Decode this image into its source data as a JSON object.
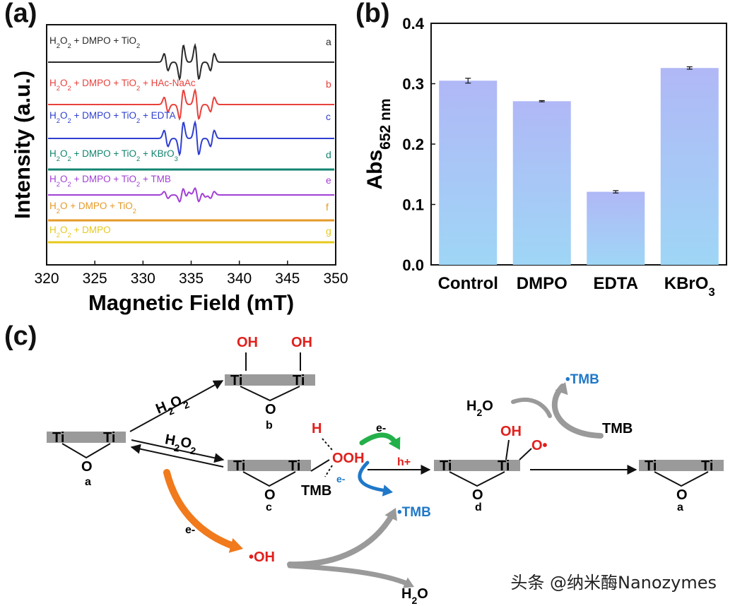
{
  "panel_labels": {
    "a": "(a)",
    "b": "(b)",
    "c": "(c)"
  },
  "watermark": "头条 @纳米酶Nanozymes",
  "chart_data": [
    {
      "type": "line",
      "panel": "(a)",
      "xlabel": "Magnetic Field (mT)",
      "ylabel": "Intensity (a.u.)",
      "xlim": [
        320,
        350
      ],
      "xticks": [
        320,
        325,
        330,
        335,
        340,
        345,
        350
      ],
      "grid": false,
      "series": [
        {
          "name": "H2O2 + DMPO + TiO2",
          "tag": "a",
          "color": "#2a2a2a",
          "amp": 1.0
        },
        {
          "name": "H2O2 + DMPO + TiO2 + HAc-NaAc",
          "tag": "b",
          "color": "#e8413c",
          "amp": 0.85
        },
        {
          "name": "H2O2 + DMPO + TiO2 + EDTA",
          "tag": "c",
          "color": "#2f3fd0",
          "amp": 0.95
        },
        {
          "name": "H2O2 + DMPO + TiO2 + KBrO3",
          "tag": "d",
          "color": "#128470",
          "amp": 0.0
        },
        {
          "name": "H2O2 + DMPO + TiO2 + TMB",
          "tag": "e",
          "color": "#a23fd6",
          "amp": 0.4
        },
        {
          "name": "H2O + DMPO + TiO2",
          "tag": "f",
          "color": "#e69a28",
          "amp": 0.0
        },
        {
          "name": "H2O2 + DMPO",
          "tag": "g",
          "color": "#e6c81e",
          "amp": 0.0
        }
      ]
    },
    {
      "type": "bar",
      "panel": "(b)",
      "categories": [
        "Control",
        "DMPO",
        "EDTA",
        "KBrO3"
      ],
      "values": [
        0.305,
        0.271,
        0.121,
        0.326
      ],
      "errors": [
        0.004,
        0.001,
        0.002,
        0.002
      ],
      "ylabel": "Abs652 nm",
      "ylim": [
        0,
        0.4
      ],
      "yticks": [
        "0.0",
        "0.1",
        "0.2",
        "0.3",
        "0.4"
      ],
      "bar_color": "#a9c4f5",
      "grid": false
    }
  ],
  "scheme": {
    "oh": "OH",
    "ti": "Ti",
    "o": "O",
    "h2o2": "H2O2",
    "h2o": "H2O",
    "tmb": "TMB",
    "tmb_radical": "•TMB",
    "oh_radical": "•OH",
    "o_radical": "O•",
    "h": "H",
    "ooh": "OOH",
    "e_minus": "e-",
    "h_plus": "h+",
    "labels": {
      "a": "a",
      "b": "b",
      "c": "c",
      "d": "d"
    },
    "colors": {
      "red": "#e0201c",
      "blue": "#1f78c8",
      "orange": "#f07a1c",
      "green": "#23b04a",
      "gray": "#9a9a9a"
    }
  }
}
